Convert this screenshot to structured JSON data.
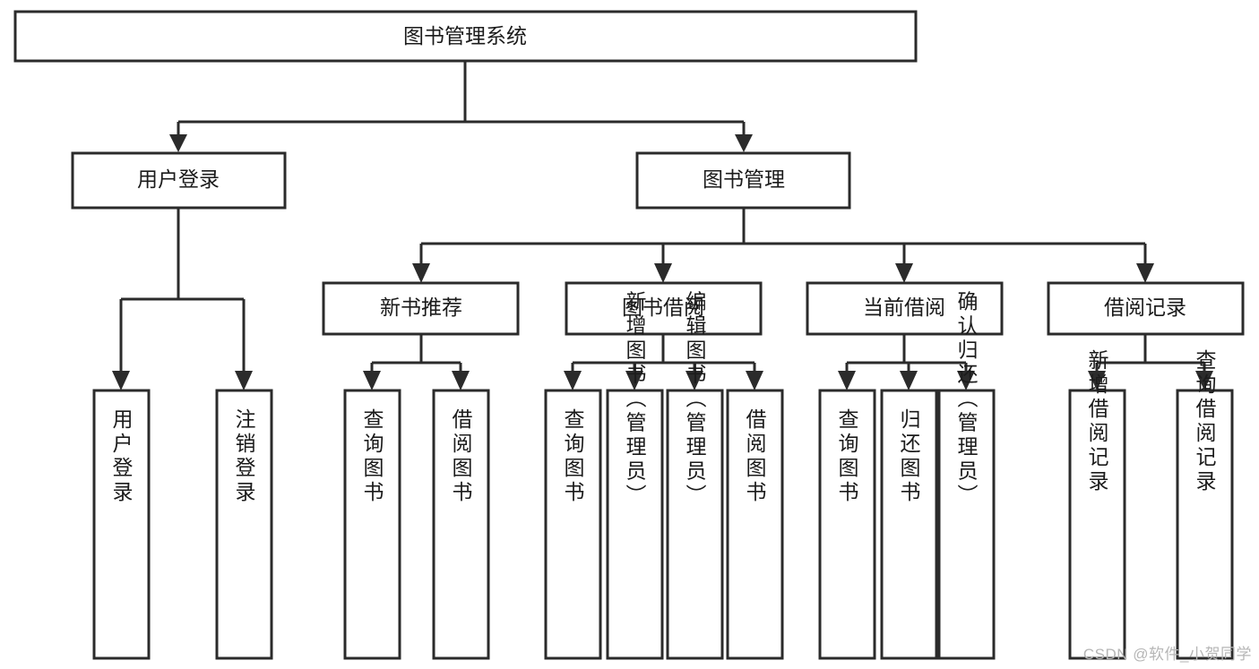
{
  "diagram": {
    "title": "图书管理系统",
    "type": "hierarchy-tree",
    "watermark": "CSDN @软件_小贺同学",
    "colors": {
      "stroke": "#2b2b2b",
      "fill": "#ffffff",
      "text": "#1b1b1b",
      "watermark": "#b6b6b6"
    },
    "root": {
      "label": "图书管理系统"
    },
    "level2": [
      {
        "label": "用户登录"
      },
      {
        "label": "图书管理"
      }
    ],
    "level3": [
      {
        "label": "新书推荐"
      },
      {
        "label": "图书借阅"
      },
      {
        "label": "当前借阅"
      },
      {
        "label": "借阅记录"
      }
    ],
    "leaves": {
      "user_login": [
        {
          "label": "用户登录"
        },
        {
          "label": "注销登录"
        }
      ],
      "new_book_recommend": [
        {
          "label": "查询图书"
        },
        {
          "label": "借阅图书"
        }
      ],
      "book_borrow": [
        {
          "label": "查询图书"
        },
        {
          "label": "新增图书（管理员）"
        },
        {
          "label": "编辑图书（管理员）"
        },
        {
          "label": "借阅图书"
        }
      ],
      "current_borrow": [
        {
          "label": "查询图书"
        },
        {
          "label": "归还图书"
        },
        {
          "label": "确认归还（管理员）"
        }
      ],
      "borrow_record": [
        {
          "label": "新增借阅记录"
        },
        {
          "label": "查询借阅记录"
        }
      ]
    }
  }
}
